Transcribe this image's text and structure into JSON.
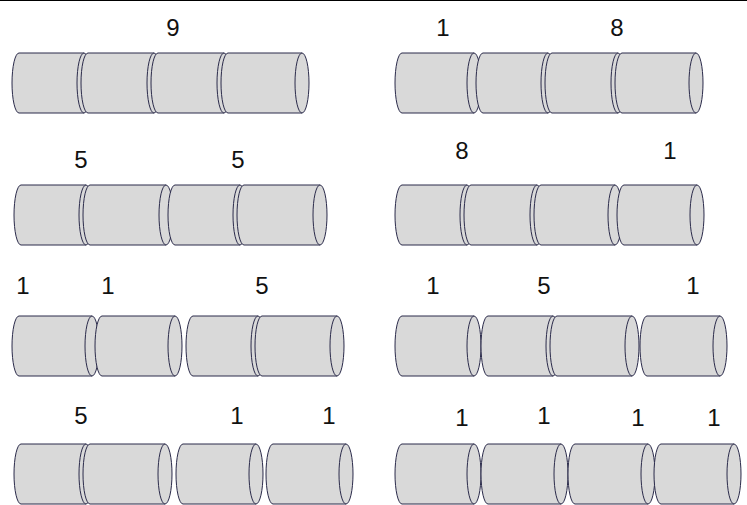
{
  "diagram": {
    "labels": [
      "9",
      "1",
      "8",
      "5",
      "5",
      "8",
      "1",
      "1",
      "1",
      "5",
      "1",
      "5",
      "1",
      "5",
      "1",
      "1",
      "1",
      "1",
      "1",
      "1"
    ]
  }
}
